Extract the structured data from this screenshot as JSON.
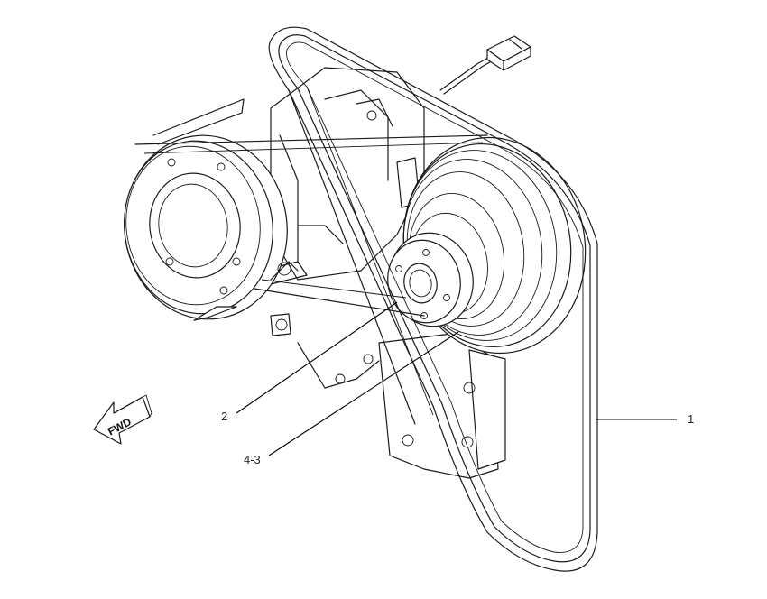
{
  "callouts": {
    "belt": "1",
    "pulley": "2",
    "hub": "4-3"
  },
  "direction_arrow": {
    "label": "FWD",
    "icon": "forward-arrow-icon"
  }
}
